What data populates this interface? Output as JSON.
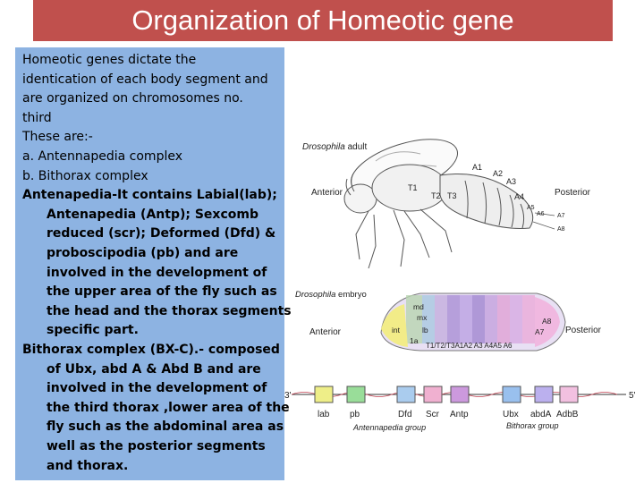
{
  "slide": {
    "title": "Organization of Homeotic gene",
    "accent_color": "#c0504d",
    "panel_color": "#8db3e2"
  },
  "text_lines": [
    "Homeotic genes dictate the",
    "identication of each body segment and",
    "are organized on chromosomes no.",
    "third",
    "These are:-",
    "a.  Antennapedia complex",
    "b.  Bithorax complex",
    "Antenapedia-It contains Labial(lab);",
    "Antenapedia (Antp); Sexcomb",
    "reduced (scr); Deformed (Dfd) &",
    "proboscipodia (pb) and are",
    "involved in the development of",
    "the upper area of the fly such as",
    "the head and the thorax segments",
    "specific part.",
    "Bithorax complex (BX-C).- composed",
    "of Ubx, abd A & Abd B and are",
    "involved in the development of",
    "the third thorax ,lower area of the",
    "fly such as the abdominal area as",
    "well as the posterior segments",
    "and thorax."
  ],
  "figure": {
    "adult": {
      "title_italic": "Drosophila",
      "title_rest": " adult",
      "anterior": "Anterior",
      "posterior": "Posterior",
      "segments": [
        "T1",
        "T2",
        "T3",
        "A1",
        "A2",
        "A3",
        "A4",
        "A5",
        "A6",
        "A7",
        "A8"
      ]
    },
    "embryo": {
      "title_italic": "Drosophila",
      "title_rest": " embryo",
      "anterior": "Anterior",
      "posterior": "Posterior",
      "head_labels": [
        "mx",
        "lb",
        "md",
        "int",
        "1a"
      ],
      "segment_row": "T1/T2/T3A1A2 A3 A4A5 A6",
      "tail_labels": [
        "A7",
        "A8"
      ]
    },
    "genes": {
      "end_3": "3'",
      "end_5": "5'",
      "labels": [
        "lab",
        "pb",
        "Dfd",
        "Scr",
        "Antp",
        "Ubx",
        "abdA",
        "AdbB"
      ],
      "colors": [
        "#eeee88",
        "#99dd99",
        "#aaccee",
        "#f0b0d0",
        "#cc99dd",
        "#99c0ee",
        "#bbb0ee",
        "#f2c0e0"
      ],
      "group_antennapedia": "Antennapedia group",
      "group_bithorax": "Bithorax group"
    }
  }
}
